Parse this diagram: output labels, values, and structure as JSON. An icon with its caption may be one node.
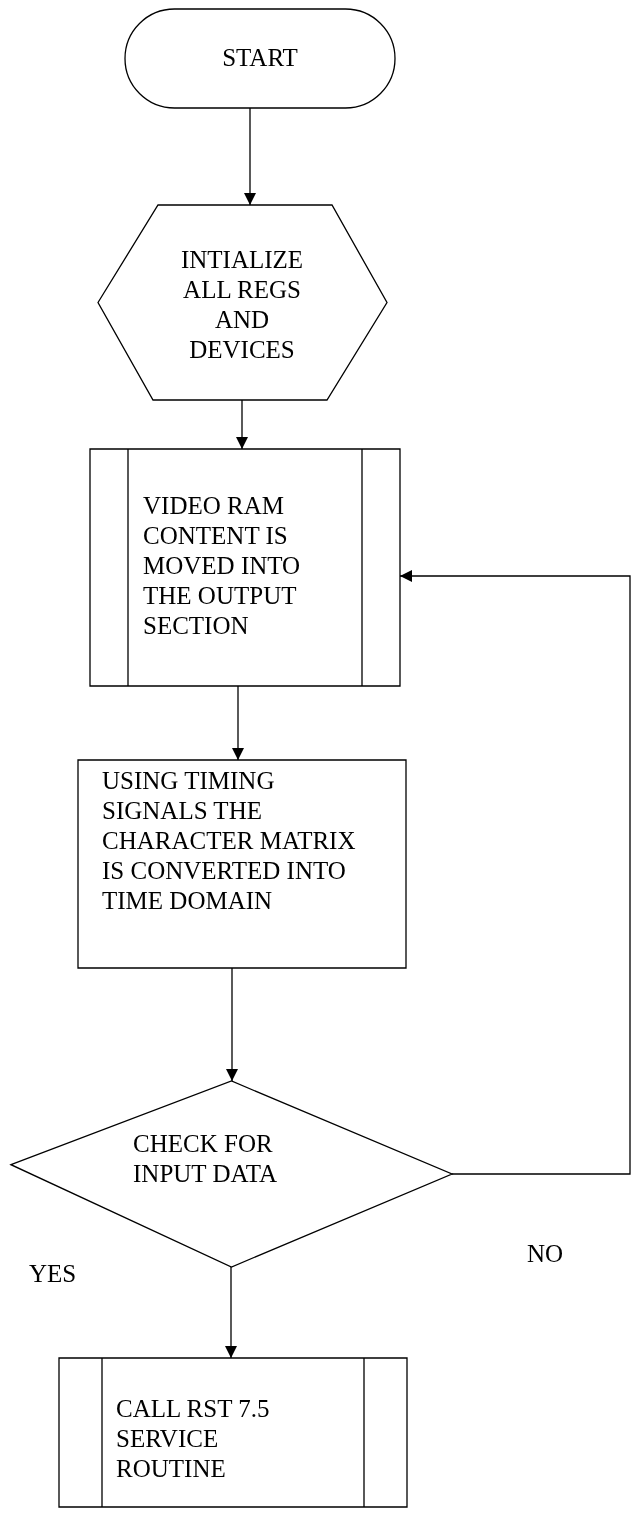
{
  "diagram": {
    "nodes": [
      {
        "text": [
          "START"
        ]
      },
      {
        "text": [
          "INTIALIZE ALL REGS AND DEVICES"
        ]
      },
      {
        "text": [
          "VIDEO RAM CONTENT IS MOVED INTO THE OUTPUT SECTION"
        ]
      },
      {
        "text": [
          "USING TIMING SIGNALS THE CHARACTER MATRIX IS CONVERTED INTO TIME DOMAIN"
        ]
      },
      {
        "text": [
          "CHECK FOR INPUT DATA"
        ]
      },
      {
        "text": [
          "CALL RST 7.5 SERVICE ROUTINE"
        ]
      }
    ],
    "edges": [
      {
        "from": 0,
        "to": 1,
        "arrow": "to"
      },
      {
        "from": 1,
        "to": 2,
        "arrow": "to"
      },
      {
        "from": 2,
        "to": 3,
        "arrow": "to"
      },
      {
        "from": 3,
        "to": 4,
        "arrow": "to"
      },
      {
        "from": 4,
        "to": 5,
        "arrow": "to"
      },
      {
        "from": 4,
        "to": 2,
        "arrow": "to"
      }
    ],
    "labels": [
      "YES",
      "NO"
    ]
  }
}
